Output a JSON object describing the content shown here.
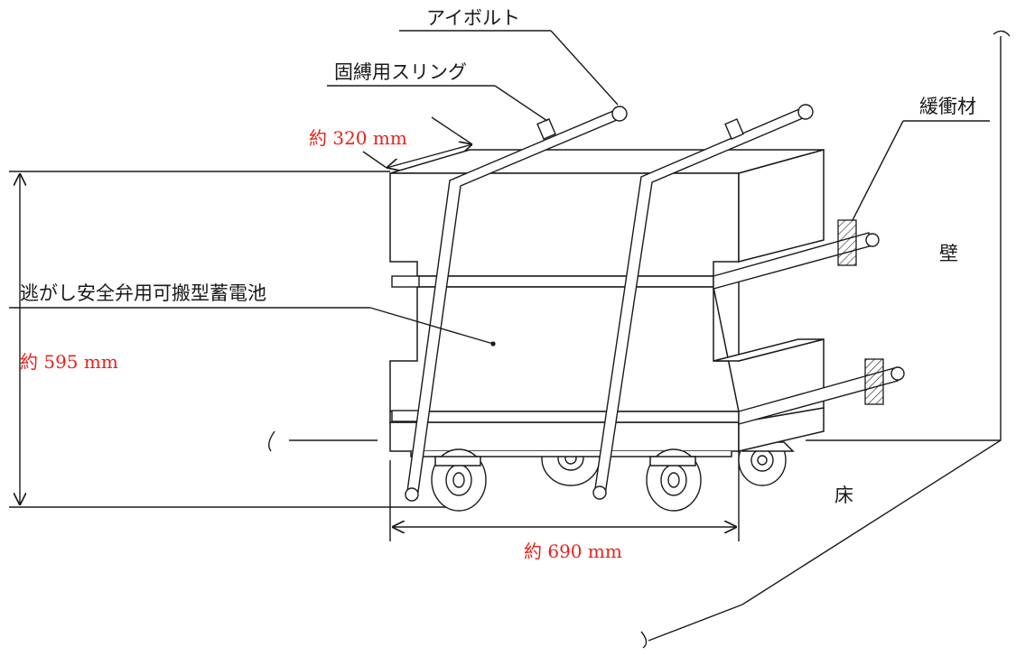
{
  "labels": {
    "eyebolt": "アイボルト",
    "sling": "固縛用スリング",
    "cushion": "緩衝材",
    "battery": "逃がし安全弁用可搬型蓄電池",
    "wall": "壁",
    "floor": "床"
  },
  "dimensions": {
    "depth": "約 320 mm",
    "height": "約 595 mm",
    "width": "約 690 mm"
  },
  "colors": {
    "line": "#1a1a1a",
    "dimension_text": "#e8211c",
    "background": "#ffffff"
  }
}
